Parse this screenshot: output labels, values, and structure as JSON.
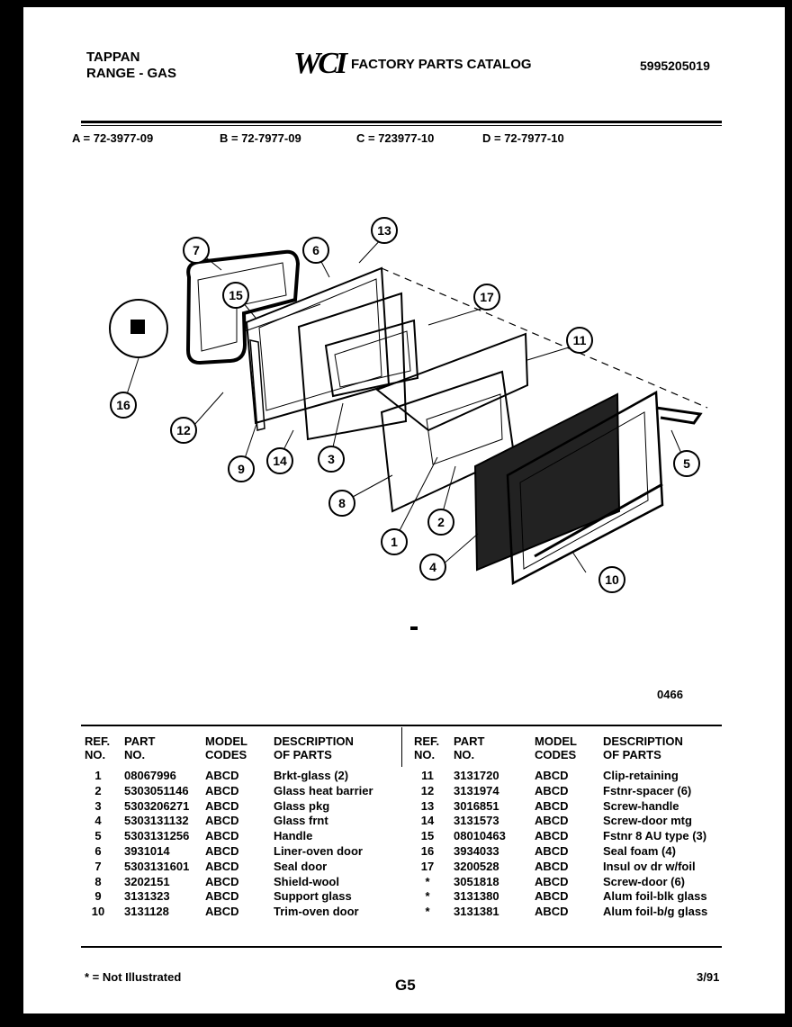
{
  "header": {
    "brand_line1": "TAPPAN",
    "brand_line2": "RANGE - GAS",
    "logo": "WCI",
    "catalog_title": "FACTORY PARTS CATALOG",
    "catalog_number": "5995205019"
  },
  "models": [
    "A = 72-3977-09",
    "B = 72-7977-09",
    "C = 723977-10",
    "D = 72-7977-10"
  ],
  "diagram": {
    "callouts": [
      "1",
      "2",
      "3",
      "4",
      "5",
      "6",
      "7",
      "8",
      "9",
      "10",
      "11",
      "12",
      "13",
      "14",
      "15",
      "16",
      "17"
    ],
    "figure_code": "0466"
  },
  "table": {
    "headers": {
      "ref_line1": "REF.",
      "ref_line2": "NO.",
      "part_line1": "PART",
      "part_line2": "NO.",
      "model_line1": "MODEL",
      "model_line2": "CODES",
      "desc_line1": "DESCRIPTION",
      "desc_line2": "OF PARTS"
    },
    "left_rows": [
      {
        "ref": "1",
        "part": "08067996",
        "codes": "ABCD",
        "desc": "Brkt-glass (2)"
      },
      {
        "ref": "2",
        "part": "5303051146",
        "codes": "ABCD",
        "desc": "Glass heat barrier"
      },
      {
        "ref": "3",
        "part": "5303206271",
        "codes": "ABCD",
        "desc": "Glass pkg"
      },
      {
        "ref": "4",
        "part": "5303131132",
        "codes": "ABCD",
        "desc": "Glass frnt"
      },
      {
        "ref": "5",
        "part": "5303131256",
        "codes": "ABCD",
        "desc": "Handle"
      },
      {
        "ref": "6",
        "part": "3931014",
        "codes": "ABCD",
        "desc": "Liner-oven door"
      },
      {
        "ref": "7",
        "part": "5303131601",
        "codes": "ABCD",
        "desc": "Seal door"
      },
      {
        "ref": "8",
        "part": "3202151",
        "codes": "ABCD",
        "desc": "Shield-wool"
      },
      {
        "ref": "9",
        "part": "3131323",
        "codes": "ABCD",
        "desc": "Support glass"
      },
      {
        "ref": "10",
        "part": "3131128",
        "codes": "ABCD",
        "desc": "Trim-oven door"
      }
    ],
    "right_rows": [
      {
        "ref": "11",
        "part": "3131720",
        "codes": "ABCD",
        "desc": "Clip-retaining"
      },
      {
        "ref": "12",
        "part": "3131974",
        "codes": "ABCD",
        "desc": "Fstnr-spacer (6)"
      },
      {
        "ref": "13",
        "part": "3016851",
        "codes": "ABCD",
        "desc": "Screw-handle"
      },
      {
        "ref": "14",
        "part": "3131573",
        "codes": "ABCD",
        "desc": "Screw-door mtg"
      },
      {
        "ref": "15",
        "part": "08010463",
        "codes": "ABCD",
        "desc": "Fstnr 8 AU type (3)"
      },
      {
        "ref": "16",
        "part": "3934033",
        "codes": "ABCD",
        "desc": "Seal foam (4)"
      },
      {
        "ref": "17",
        "part": "3200528",
        "codes": "ABCD",
        "desc": "Insul ov dr w/foil"
      },
      {
        "ref": "*",
        "part": "3051818",
        "codes": "ABCD",
        "desc": "Screw-door (6)"
      },
      {
        "ref": "*",
        "part": "3131380",
        "codes": "ABCD",
        "desc": "Alum foil-blk glass"
      },
      {
        "ref": "*",
        "part": "3131381",
        "codes": "ABCD",
        "desc": "Alum foil-b/g glass"
      }
    ]
  },
  "footer": {
    "note": "* = Not Illustrated",
    "page": "G5",
    "date": "3/91"
  }
}
